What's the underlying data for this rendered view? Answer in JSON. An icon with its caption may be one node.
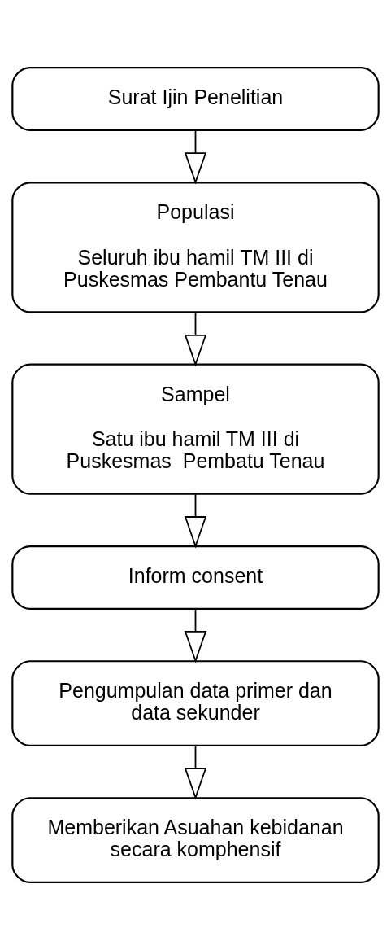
{
  "diagram": {
    "nodes": [
      {
        "text": [
          "Surat Ijin Penelitian"
        ]
      },
      {
        "text": [
          "Populasi",
          "Seluruh ibu hamil TM III di Puskesmas Pembantu Tenau"
        ]
      },
      {
        "text": [
          "Sampel",
          "Satu ibu hamil TM III di Puskesmas  Pembatu Tenau"
        ]
      },
      {
        "text": [
          "Inform consent"
        ]
      },
      {
        "text": [
          "Pengumpulan data primer dan data sekunder"
        ]
      },
      {
        "text": [
          "Memberikan Asuahan kebidanan secara komphensif"
        ]
      }
    ],
    "edges": [
      {
        "from": 0,
        "to": 1,
        "arrow": "to"
      },
      {
        "from": 1,
        "to": 2,
        "arrow": "to"
      },
      {
        "from": 2,
        "to": 3,
        "arrow": "to"
      },
      {
        "from": 3,
        "to": 4,
        "arrow": "to"
      },
      {
        "from": 4,
        "to": 5,
        "arrow": "to"
      }
    ]
  }
}
